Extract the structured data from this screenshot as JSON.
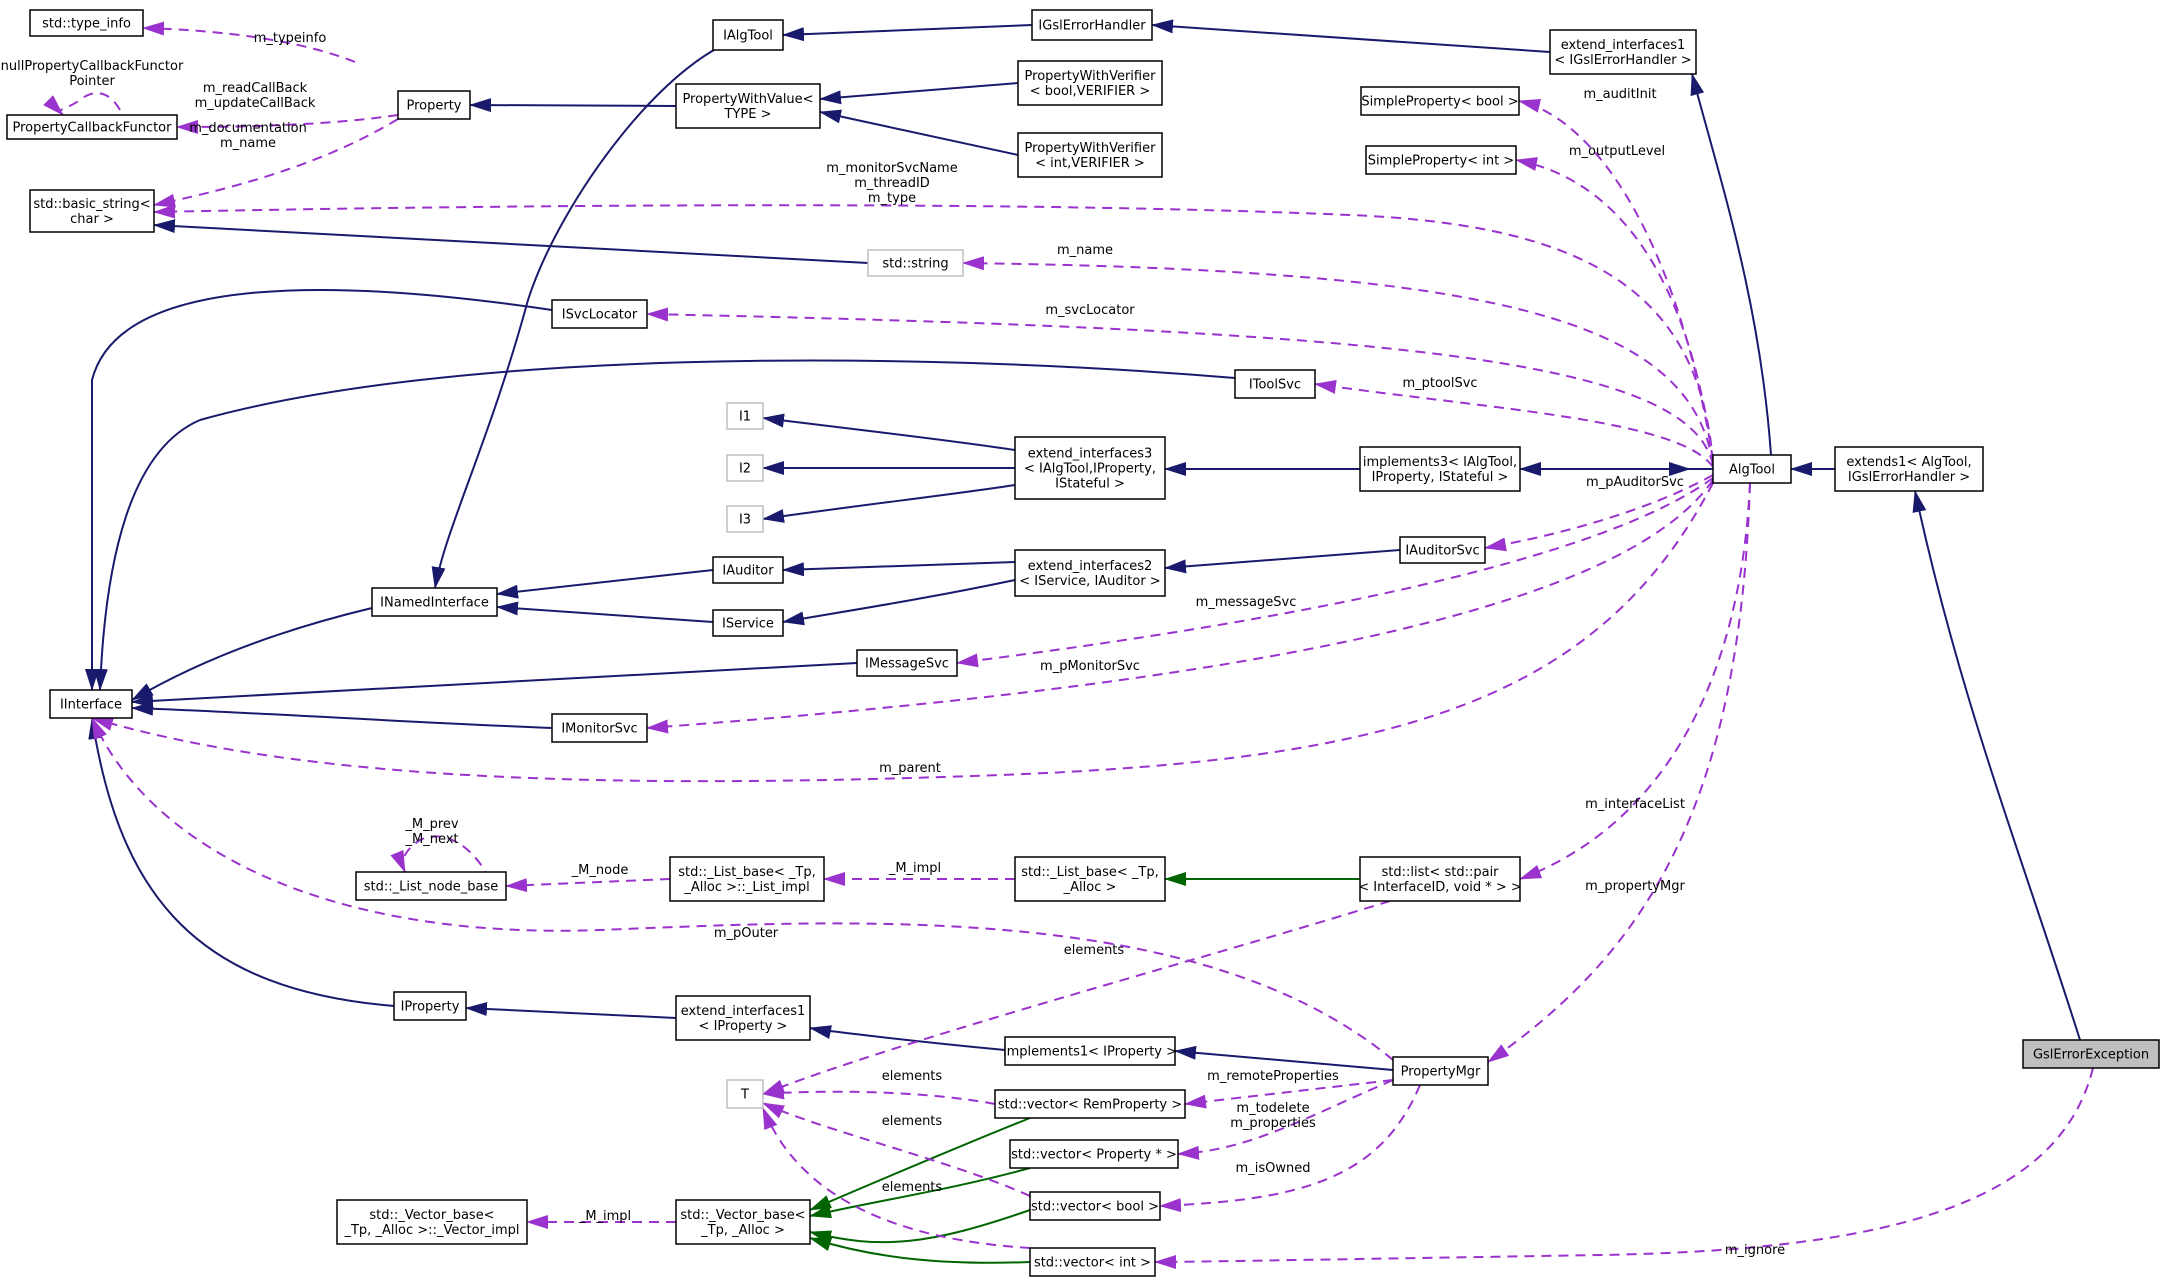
{
  "colors": {
    "inherit": "#1a1a6c",
    "usage": "#9a32cd",
    "template": "#006400",
    "box": "#000000",
    "grayBox": "#bfbfbf",
    "highlight": "#bfbfbf"
  },
  "nodes": {
    "type_info": [
      "std::type_info"
    ],
    "prop_cb_ptr": [
      "PropertyCallbackFunctor"
    ],
    "basic_string": [
      "std::basic_string<",
      "char >"
    ],
    "property": [
      "Property"
    ],
    "ialgtool": [
      "IAlgTool"
    ],
    "pwv_type": [
      "PropertyWithValue<",
      "TYPE >"
    ],
    "igsl_handler": [
      "IGslErrorHandler"
    ],
    "pwv_bool": [
      "PropertyWithVerifier",
      "< bool,VERIFIER >"
    ],
    "pwv_int": [
      "PropertyWithVerifier",
      "< int,VERIFIER >"
    ],
    "ext_if1_gsl": [
      "extend_interfaces1",
      "< IGslErrorHandler >"
    ],
    "sp_bool": [
      "SimpleProperty< bool >"
    ],
    "sp_int": [
      "SimpleProperty< int >"
    ],
    "std_string": [
      "std::string"
    ],
    "isvclocator": [
      "ISvcLocator"
    ],
    "itoolsvc": [
      "IToolSvc"
    ],
    "i1": [
      "I1"
    ],
    "i2": [
      "I2"
    ],
    "i3": [
      "I3"
    ],
    "ext_if3": [
      "extend_interfaces3",
      "< IAlgTool,IProperty,",
      "IStateful >"
    ],
    "impl3": [
      "implements3< IAlgTool,",
      "IProperty, IStateful >"
    ],
    "algtool": [
      "AlgTool"
    ],
    "extends1": [
      "extends1< AlgTool,",
      "IGslErrorHandler >"
    ],
    "iauditor": [
      "IAuditor"
    ],
    "ext_if2": [
      "extend_interfaces2",
      "< IService, IAuditor >"
    ],
    "iauditorsvc": [
      "IAuditorSvc"
    ],
    "inamed": [
      "INamedInterface"
    ],
    "iservice": [
      "IService"
    ],
    "imessagesvc": [
      "IMessageSvc"
    ],
    "iinterface": [
      "IInterface"
    ],
    "imonitorsvc": [
      "IMonitorSvc"
    ],
    "list_node": [
      "std::_List_node_base"
    ],
    "list_impl": [
      "std::_List_base< _Tp,",
      "_Alloc >::_List_impl"
    ],
    "list_base": [
      "std::_List_base< _Tp,",
      "_Alloc >"
    ],
    "std_list": [
      "std::list< std::pair",
      "< InterfaceID, void * > >"
    ],
    "iproperty": [
      "IProperty"
    ],
    "ext_if1_prop": [
      "extend_interfaces1",
      "< IProperty >"
    ],
    "impl1": [
      "implements1< IProperty >"
    ],
    "propmgr": [
      "PropertyMgr"
    ],
    "gsl_exc": [
      "GslErrorException"
    ],
    "t": [
      "T"
    ],
    "vec_remprop": [
      "std::vector< RemProperty >"
    ],
    "vec_propptr": [
      "std::vector< Property * >"
    ],
    "vec_bool": [
      "std::vector< bool >"
    ],
    "vec_int": [
      "std::vector< int >"
    ],
    "vector_impl": [
      "std::_Vector_base<",
      "_Tp, _Alloc >::_Vector_impl"
    ],
    "vector_base": [
      "std::_Vector_base<",
      "_Tp, _Alloc >"
    ]
  },
  "labels": {
    "m_typeinfo": [
      "m_typeinfo"
    ],
    "null_cb": [
      "nullPropertyCallbackFunctor",
      "Pointer"
    ],
    "callbacks": [
      "m_readCallBack",
      "m_updateCallBack"
    ],
    "doc_name": [
      "m_documentation",
      "m_name"
    ],
    "monitor_names": [
      "m_monitorSvcName",
      "m_threadID",
      "m_type"
    ],
    "m_auditInit": [
      "m_auditInit"
    ],
    "m_outputLevel": [
      "m_outputLevel"
    ],
    "m_name": [
      "m_name"
    ],
    "m_svcLocator": [
      "m_svcLocator"
    ],
    "m_ptoolSvc": [
      "m_ptoolSvc"
    ],
    "m_pAuditorSvc": [
      "m_pAuditorSvc"
    ],
    "m_messageSvc": [
      "m_messageSvc"
    ],
    "m_pMonitorSvc": [
      "m_pMonitorSvc"
    ],
    "m_parent": [
      "m_parent"
    ],
    "m_interfaceList": [
      "m_interfaceList"
    ],
    "m_propertyMgr": [
      "m_propertyMgr"
    ],
    "prev_next": [
      "_M_prev",
      "_M_next"
    ],
    "m_node": [
      "_M_node"
    ],
    "m_impl_list": [
      "_M_impl"
    ],
    "m_pOuter": [
      "m_pOuter"
    ],
    "elements_list": [
      "elements"
    ],
    "m_remoteProperties": [
      "m_remoteProperties"
    ],
    "elements_a": [
      "elements"
    ],
    "elements_b": [
      "elements"
    ],
    "todelete_props": [
      "m_todelete",
      "m_properties"
    ],
    "elements_c": [
      "elements"
    ],
    "m_isOwned": [
      "m_isOwned"
    ],
    "m_impl_vec": [
      "_M_impl"
    ],
    "m_ignore": [
      "m_ignore"
    ]
  }
}
